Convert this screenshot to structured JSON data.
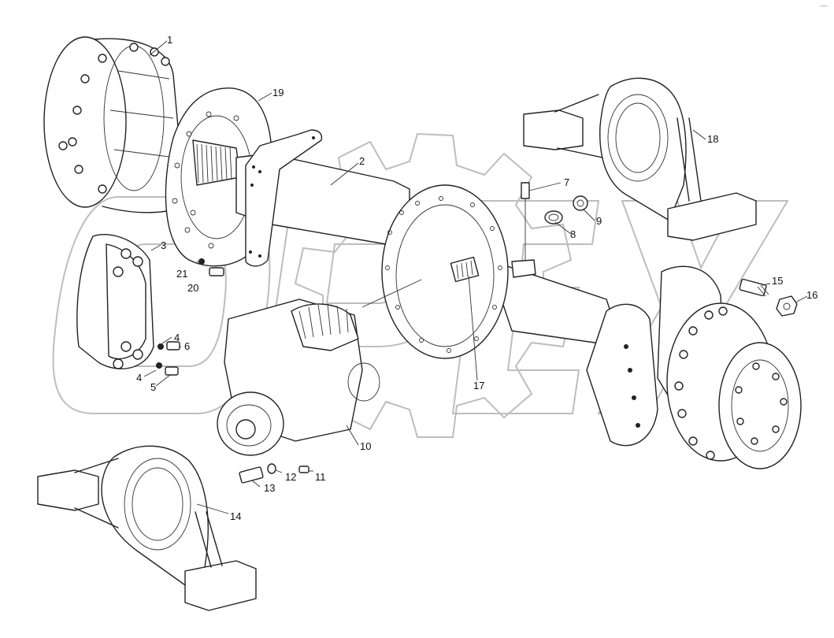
{
  "corner_mark": "·—",
  "watermark": {
    "text": "OPEX",
    "icon": "gear-logo-icon"
  },
  "parts": [
    {
      "id": "part-1",
      "label": "1"
    },
    {
      "id": "part-2",
      "label": "2"
    },
    {
      "id": "part-3",
      "label": "3"
    },
    {
      "id": "part-4a",
      "label": "4"
    },
    {
      "id": "part-4b",
      "label": "4"
    },
    {
      "id": "part-5",
      "label": "5"
    },
    {
      "id": "part-6",
      "label": "6"
    },
    {
      "id": "part-7",
      "label": "7"
    },
    {
      "id": "part-8",
      "label": "8"
    },
    {
      "id": "part-9",
      "label": "9"
    },
    {
      "id": "part-10",
      "label": "10"
    },
    {
      "id": "part-11",
      "label": "11"
    },
    {
      "id": "part-12",
      "label": "12"
    },
    {
      "id": "part-13",
      "label": "13"
    },
    {
      "id": "part-14",
      "label": "14"
    },
    {
      "id": "part-15",
      "label": "15"
    },
    {
      "id": "part-16",
      "label": "16"
    },
    {
      "id": "part-17",
      "label": "17"
    },
    {
      "id": "part-18",
      "label": "18"
    },
    {
      "id": "part-19",
      "label": "19"
    },
    {
      "id": "part-20",
      "label": "20"
    },
    {
      "id": "part-21",
      "label": "21"
    }
  ]
}
